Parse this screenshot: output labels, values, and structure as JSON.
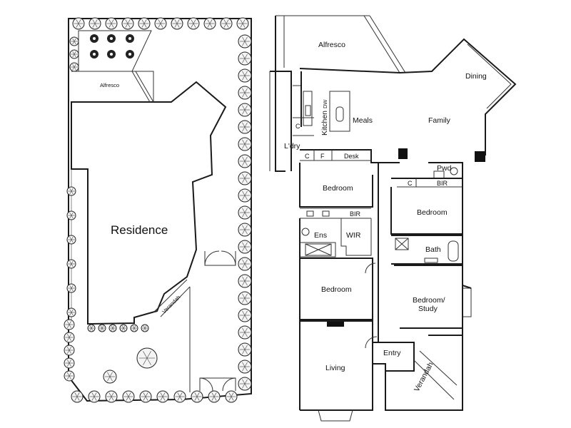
{
  "site_plan": {
    "residence_label": "Residence",
    "alfresco_label": "Alfresco",
    "verandah_label": "Verandah"
  },
  "floor_plan": {
    "rooms": {
      "alfresco": "Alfresco",
      "dining": "Dining",
      "family": "Family",
      "meals": "Meals",
      "kitchen": "Kitchen",
      "dw": "DW",
      "laundry": "L'dry",
      "c_laundry": "C",
      "c_hall": "C",
      "f_hall": "F",
      "desk": "Desk",
      "pwd": "Pwd",
      "bedroom_1": "Bedroom",
      "bir_1": "BIR",
      "ensuite": "Ens",
      "wir": "WIR",
      "c_bed2": "C",
      "bir_2": "BIR",
      "bedroom_2": "Bedroom",
      "bath": "Bath",
      "bedroom_main": "Bedroom",
      "bedroom_study": "Bedroom/",
      "bedroom_study_2": "Study",
      "entry": "Entry",
      "living": "Living",
      "verandah": "Verandah"
    }
  }
}
